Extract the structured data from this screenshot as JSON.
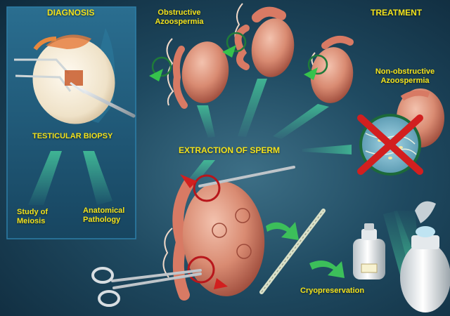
{
  "diagnosis_title": "DIAGNOSIS",
  "treatment_title": "TREATMENT",
  "obstructive": {
    "line1": "Obstructive",
    "line2": "Azoospermia"
  },
  "non_obstructive": {
    "line1": "Non-obstructive",
    "line2": "Azoospermia"
  },
  "testicular_biopsy": "TESTICULAR BIOPSY",
  "extraction_of_sperm": "EXTRACTION OF SPERM",
  "study_of_meiosis": {
    "line1": "Study of",
    "line2": "Meiosis"
  },
  "anatomical_pathology": {
    "line1": "Anatomical",
    "line2": "Pathology"
  },
  "cryopreservation": "Cryopreservation",
  "colors": {
    "label_yellow": "#f2e21c",
    "background_dark": "#0f2a3c",
    "panel_blue": "#1e5a7a",
    "testis_pink": "#d88a72",
    "arrow_green": "#3cbf5a",
    "marker_red": "#d21f1f"
  }
}
